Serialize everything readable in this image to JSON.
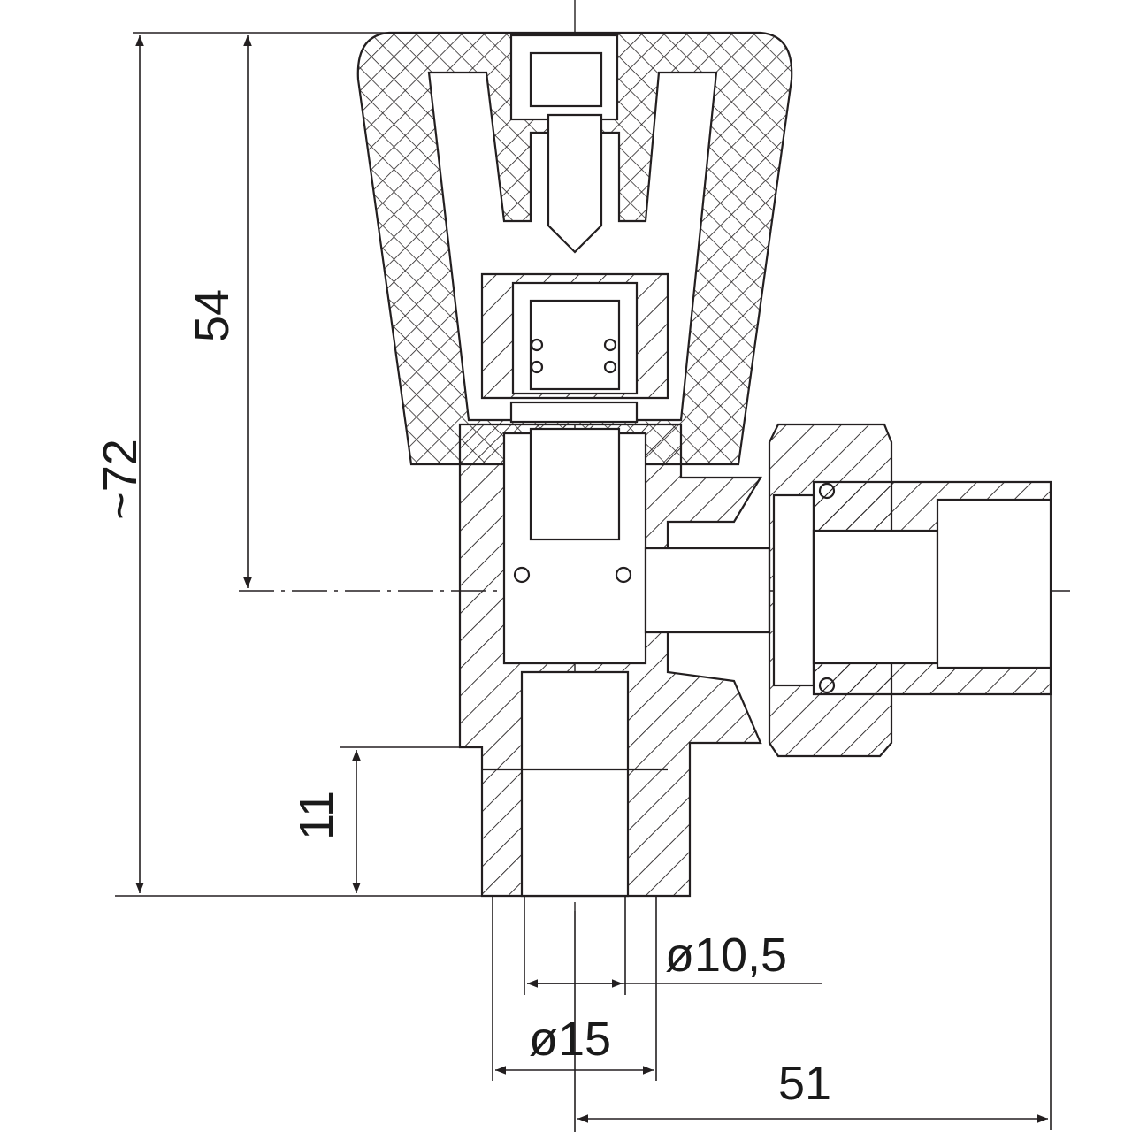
{
  "drawing": {
    "title": "Angle radiator valve section drawing",
    "line_color": "#231f20",
    "dimensions": {
      "overall_height": "~72",
      "axis_height": "54",
      "thread_length": "11",
      "inner_diameter": "ø10,5",
      "outer_diameter": "ø15",
      "outlet_length": "51"
    }
  }
}
